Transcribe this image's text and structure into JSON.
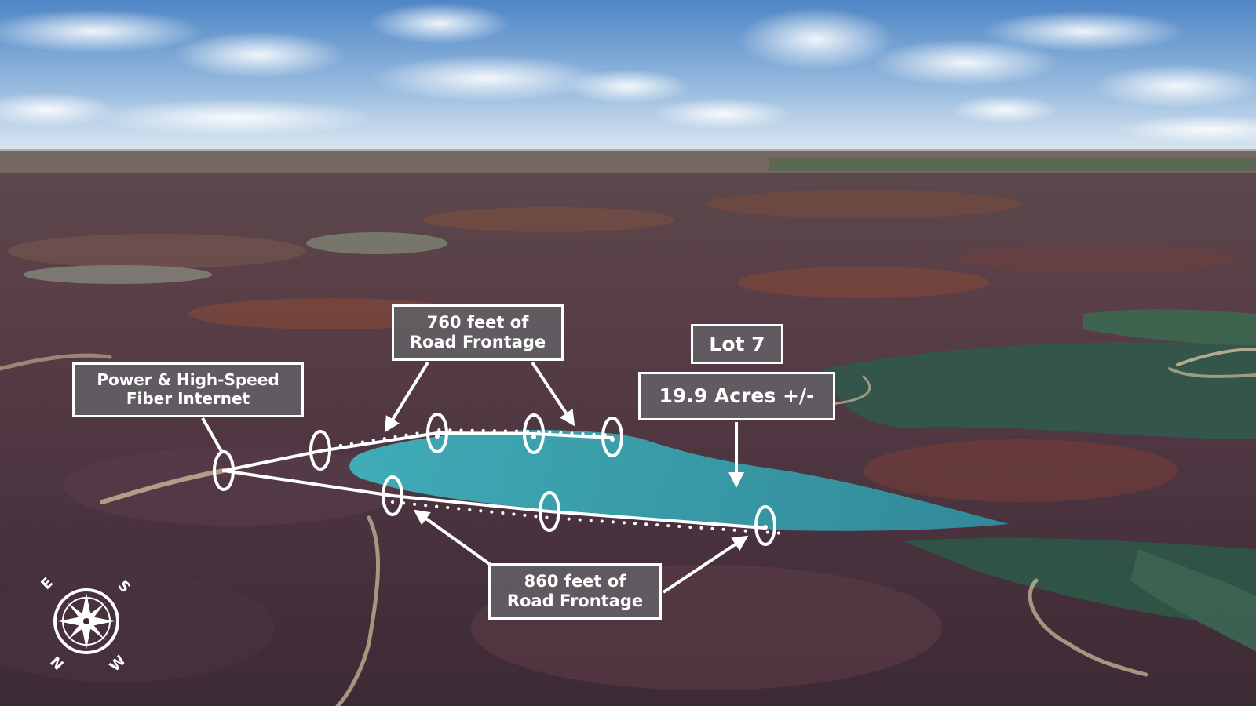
{
  "callouts": {
    "power_fiber": [
      "Power & High-Speed",
      "Fiber Internet"
    ],
    "frontage_760": [
      "760 feet of",
      "Road Frontage"
    ],
    "lot_number": "Lot 7",
    "acreage": "19.9 Acres +/-",
    "frontage_860": [
      "860 feet of",
      "Road Frontage"
    ]
  },
  "compass": {
    "letters": [
      "E",
      "S",
      "W",
      "N"
    ]
  },
  "colors": {
    "sky_top": "#5b8fc9",
    "sky_bottom": "#d9e6f2",
    "terrain_dark": "#4a3540",
    "terrain_rust": "#8a4a3a",
    "forest_green": "#2f5a4a",
    "parcel_fill": "#3fc8d2",
    "parcel_outline": "#ffffff",
    "callout_bg": "#636165",
    "callout_border": "#ffffff",
    "road": "#c9b89a"
  }
}
